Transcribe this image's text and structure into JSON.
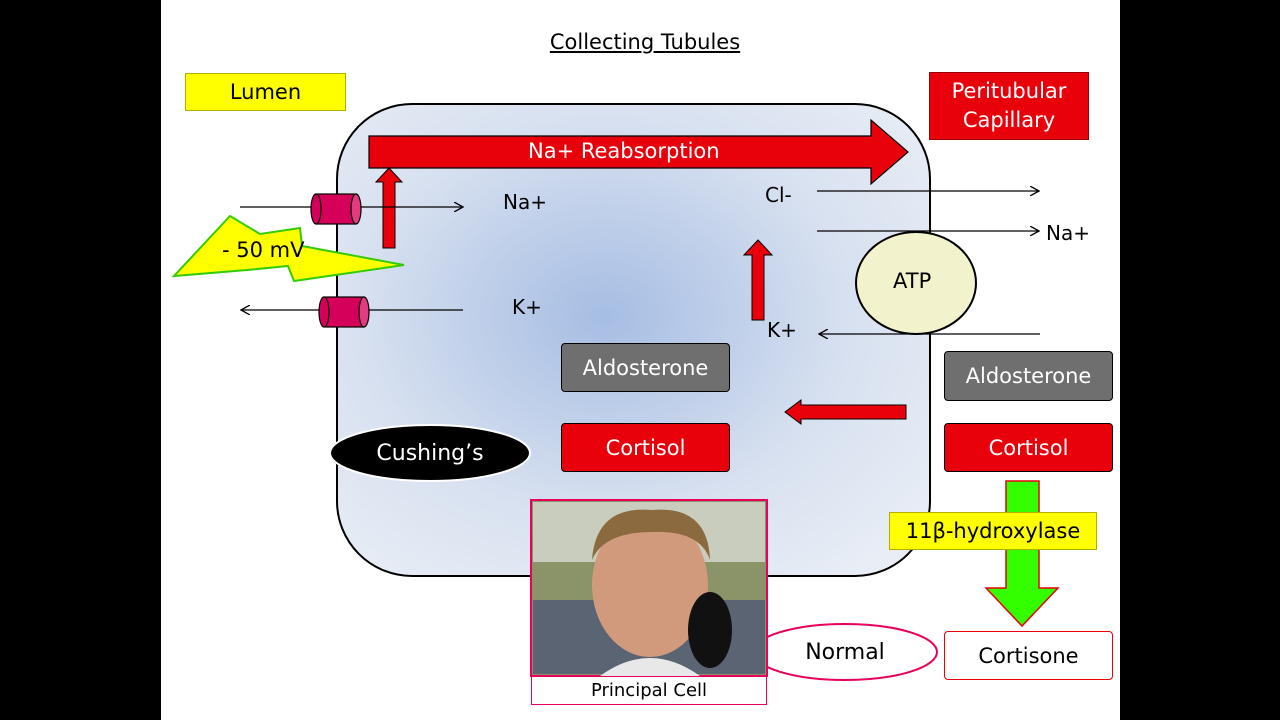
{
  "title": "Collecting Tubules",
  "lumen_label": "Lumen",
  "capillary_label": "Peritubular Capillary",
  "na_reabsorption_label": "Na+ Reabsorption",
  "voltage_label": "- 50 mV",
  "ions": {
    "na_apical": "Na+",
    "k_apical": "K+",
    "cl_basolateral": "Cl-",
    "na_basolateral": "Na+",
    "k_basolateral": "K+"
  },
  "atp_label": "ATP",
  "aldosterone_cell": "Aldosterone",
  "cortisol_cell": "Cortisol",
  "aldosterone_blood": "Aldosterone",
  "cortisol_blood": "Cortisol",
  "enzyme_label": "11β-hydroxylase",
  "cortisone_label": "Cortisone",
  "cushings_label": "Cushing’s",
  "normal_label": "Normal",
  "photo_caption": "Principal Cell",
  "colors": {
    "red": "#e8000b",
    "gray": "#6f6f6f",
    "yellow": "#ffff00",
    "green": "#33ff00",
    "channel_pink": "#d4005a",
    "cell_fill": "#bccde8"
  }
}
